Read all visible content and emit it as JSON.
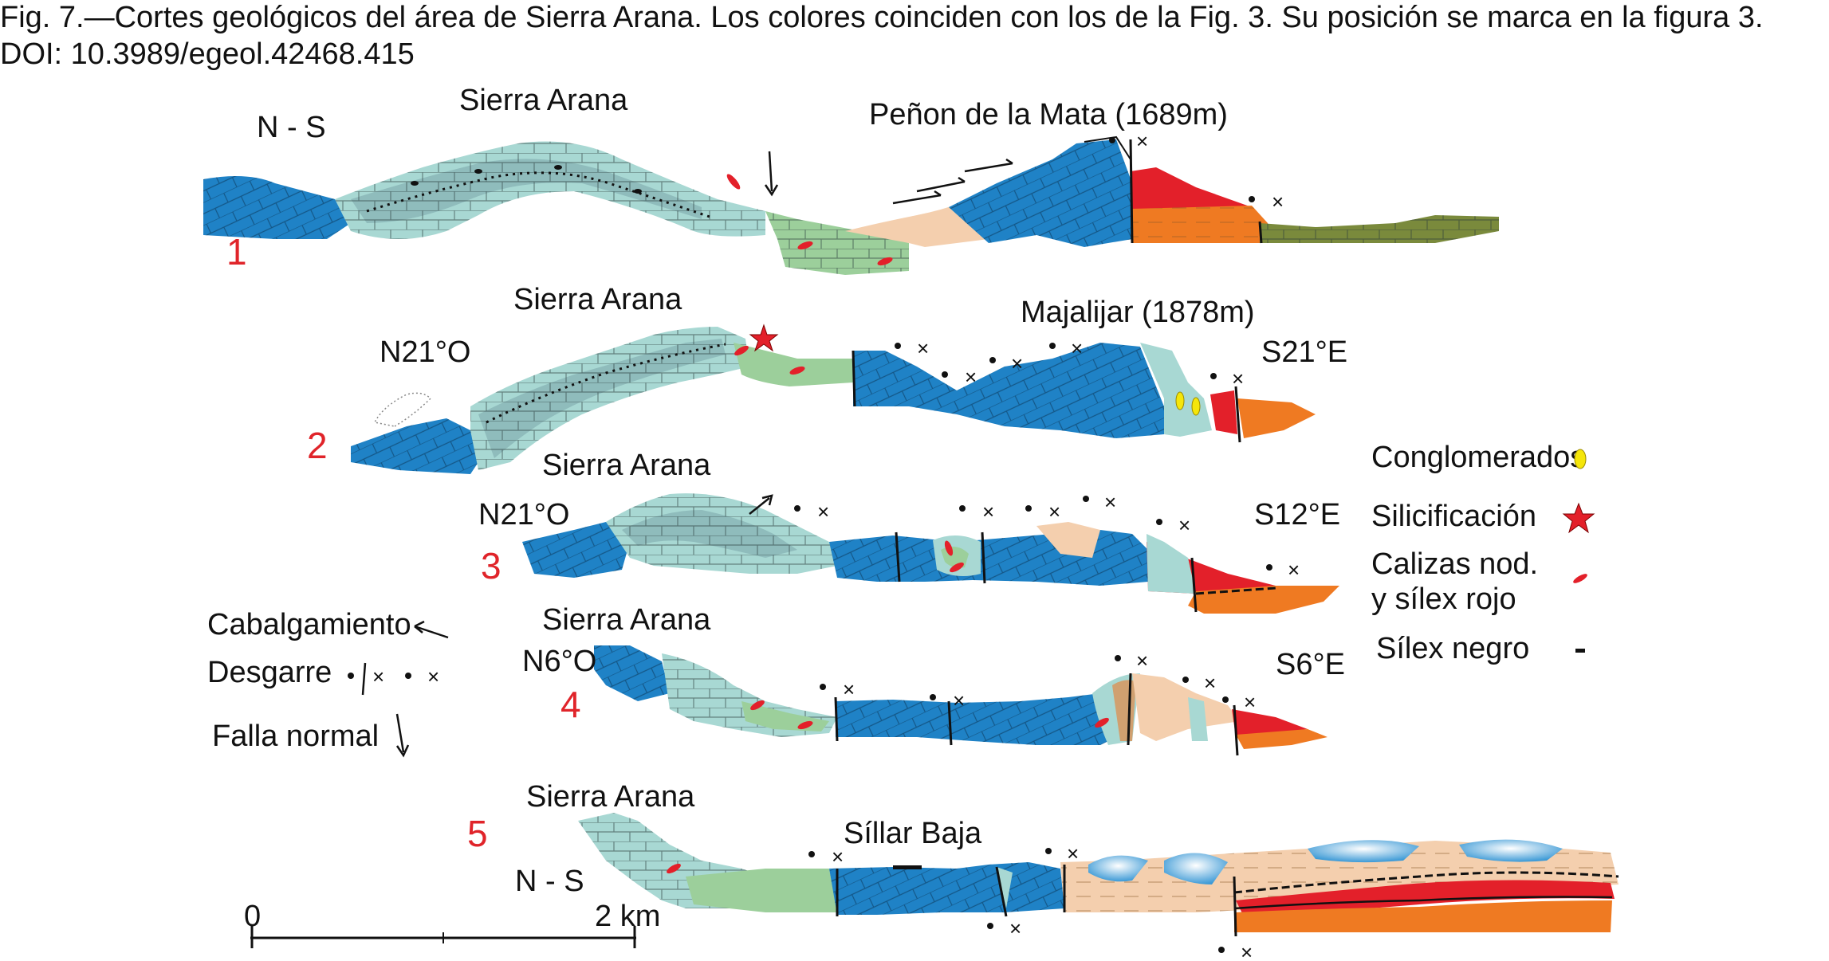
{
  "caption": {
    "line1": "Fig. 7.—Cortes geológicos del área de Sierra Arana. Los colores coinciden con los de la Fig. 3. Su posición se marca en la figura 3.",
    "line2": "DOI: 10.3989/egeol.42468.415"
  },
  "sections": [
    {
      "number": "1",
      "orientation": "N - S",
      "labels": [
        "Sierra Arana",
        "Peñon de la Mata (1689m)"
      ]
    },
    {
      "number": "2",
      "orientation_left": "N21°O",
      "orientation_right": "S21°E",
      "labels": [
        "Sierra Arana",
        "Majalijar (1878m)"
      ]
    },
    {
      "number": "3",
      "orientation_left": "N21°O",
      "orientation_right": "S12°E",
      "labels": [
        "Sierra Arana"
      ]
    },
    {
      "number": "4",
      "orientation_left": "N6°O",
      "orientation_right": "S6°E",
      "labels": [
        "Sierra Arana"
      ]
    },
    {
      "number": "5",
      "orientation": "N - S",
      "labels": [
        "Sierra Arana",
        "Síllar Baja"
      ]
    }
  ],
  "legend_left": [
    "Cabalgamiento",
    "Desgarre",
    "Falla normal"
  ],
  "legend_right": [
    "Conglomerados",
    "Silicificación",
    "Calizas nod.",
    "y sílex rojo",
    "Sílex negro"
  ],
  "scale": {
    "start": "0",
    "end": "2 km"
  },
  "colors": {
    "blue_limestone": "#1f82c6",
    "pale_teal": "#a8d8d3",
    "grey_teal": "#8fbcbc",
    "green": "#9ccf9b",
    "peach": "#f4cfae",
    "red": "#e3202a",
    "orange": "#ef7a22",
    "olive": "#7a8a3c",
    "label_red": "#e0242a",
    "conglomerate_yellow": "#f5e60a"
  }
}
